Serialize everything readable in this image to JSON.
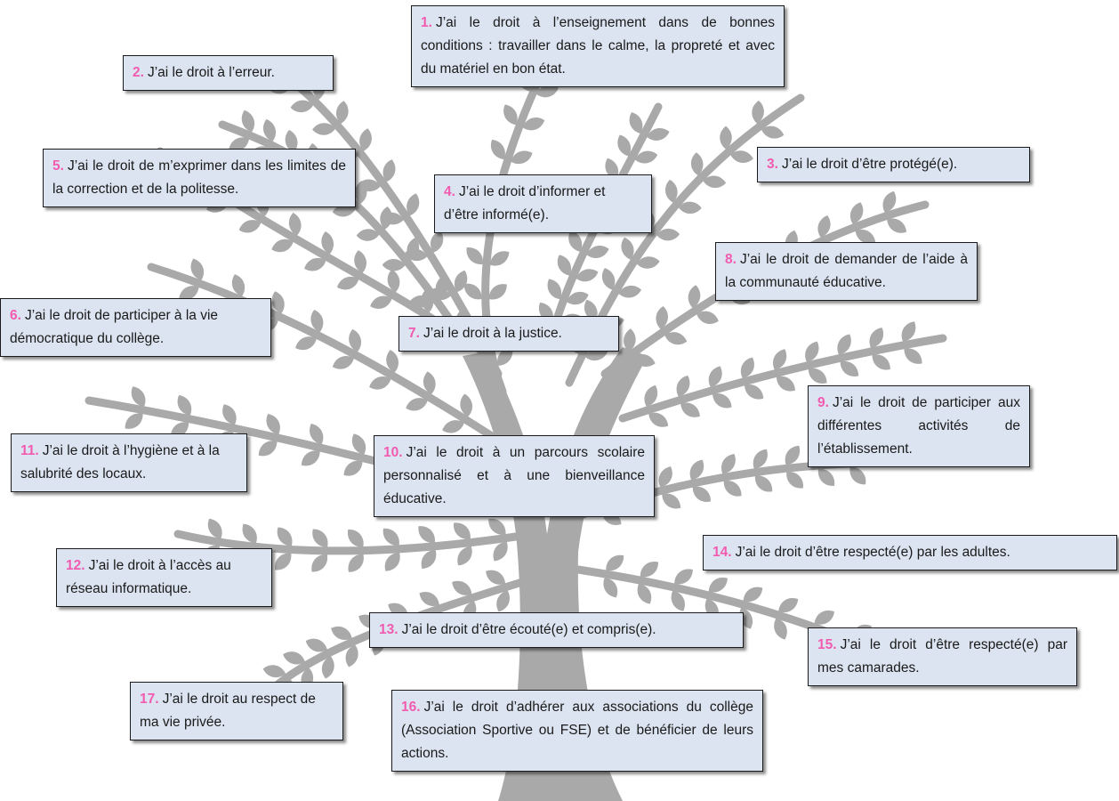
{
  "colors": {
    "box_fill": "#dbe4f0",
    "number": "#f25bb0",
    "tree": "#a9a9a9",
    "border": "#1a1a1a"
  },
  "tree_icon": "tree-silhouette",
  "rights": [
    {
      "number": "1.",
      "text": "J’ai le droit à l’enseignement dans de bonnes conditions : travailler dans le calme, la propreté et avec du matériel en bon état."
    },
    {
      "number": "2.",
      "text": "J’ai le droit à l’erreur."
    },
    {
      "number": "3.",
      "text": "J’ai le droit d’être protégé(e)."
    },
    {
      "number": "4.",
      "text": "J’ai le droit d’informer et d’être informé(e)."
    },
    {
      "number": "5.",
      "text": "J’ai le droit de m’exprimer dans les limites de la correction et de la politesse."
    },
    {
      "number": "6.",
      "text": "J’ai le droit de participer à la vie démocratique du collège."
    },
    {
      "number": "7.",
      "text": "J’ai le droit à la justice."
    },
    {
      "number": "8.",
      "text": "J’ai le droit de demander de l’aide à la communauté éducative."
    },
    {
      "number": "9.",
      "text": "J’ai le droit de participer aux différentes activités de l’établissement."
    },
    {
      "number": "10.",
      "text": "J’ai le droit à un parcours scolaire personnalisé et à une bienveillance éducative."
    },
    {
      "number": "11.",
      "text": "J’ai le droit à l’hygiène et à la salubrité des locaux."
    },
    {
      "number": "12.",
      "text": "J’ai le droit à l’accès au réseau informatique."
    },
    {
      "number": "13.",
      "text": "J’ai le droit d’être écouté(e) et compris(e)."
    },
    {
      "number": "14.",
      "text": "J’ai le droit d’être respecté(e) par les adultes."
    },
    {
      "number": "15.",
      "text": "J’ai le droit d’être respecté(e) par mes camarades."
    },
    {
      "number": "16.",
      "text": "J’ai le droit d’adhérer aux associations du collège (Association Sportive ou FSE) et de bénéficier de leurs actions."
    },
    {
      "number": "17.",
      "text": "J’ai le droit au respect de ma vie privée."
    }
  ]
}
